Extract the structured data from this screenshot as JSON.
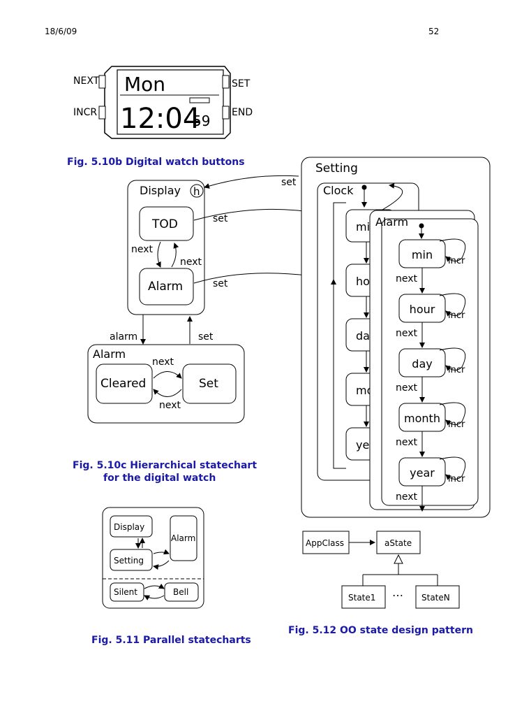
{
  "header": {
    "date": "18/6/09",
    "page": "52"
  },
  "watch": {
    "day_display": "Mon",
    "time_display": "12:04",
    "seconds_display": "59",
    "buttons": {
      "next": "NEXT",
      "incr": "INCR",
      "set": "SET",
      "end": "END"
    }
  },
  "captions": {
    "fig510b": "Fig. 5.10b Digital watch buttons",
    "fig510c_line1": "Fig. 5.10c Hierarchical statechart",
    "fig510c_line2": "for the digital watch",
    "fig511": "Fig. 5.11 Parallel statecharts",
    "fig512": "Fig. 5.12 OO state design pattern"
  },
  "statechart": {
    "display": "Display",
    "history": "h",
    "tod": "TOD",
    "alarm": "Alarm",
    "alarm_group": "Alarm",
    "cleared": "Cleared",
    "set_state": "Set",
    "setting": "Setting",
    "clock": "Clock",
    "clock_states": [
      "mi",
      "hou",
      "da",
      "mor",
      "yea"
    ],
    "alarm_panel": "Alarm",
    "alarm_states": [
      "min",
      "hour",
      "day",
      "month",
      "year"
    ],
    "labels": {
      "next": "next",
      "set": "set",
      "alarm": "alarm",
      "incr": "incr"
    }
  },
  "parallel": {
    "display": "Display",
    "alarm": "Alarm",
    "setting": "Setting",
    "silent": "Silent",
    "bell": "Bell"
  },
  "pattern": {
    "app_class": "AppClass",
    "a_state": "aState",
    "state1": "State1",
    "dots": "…",
    "state_n": "StateN"
  }
}
